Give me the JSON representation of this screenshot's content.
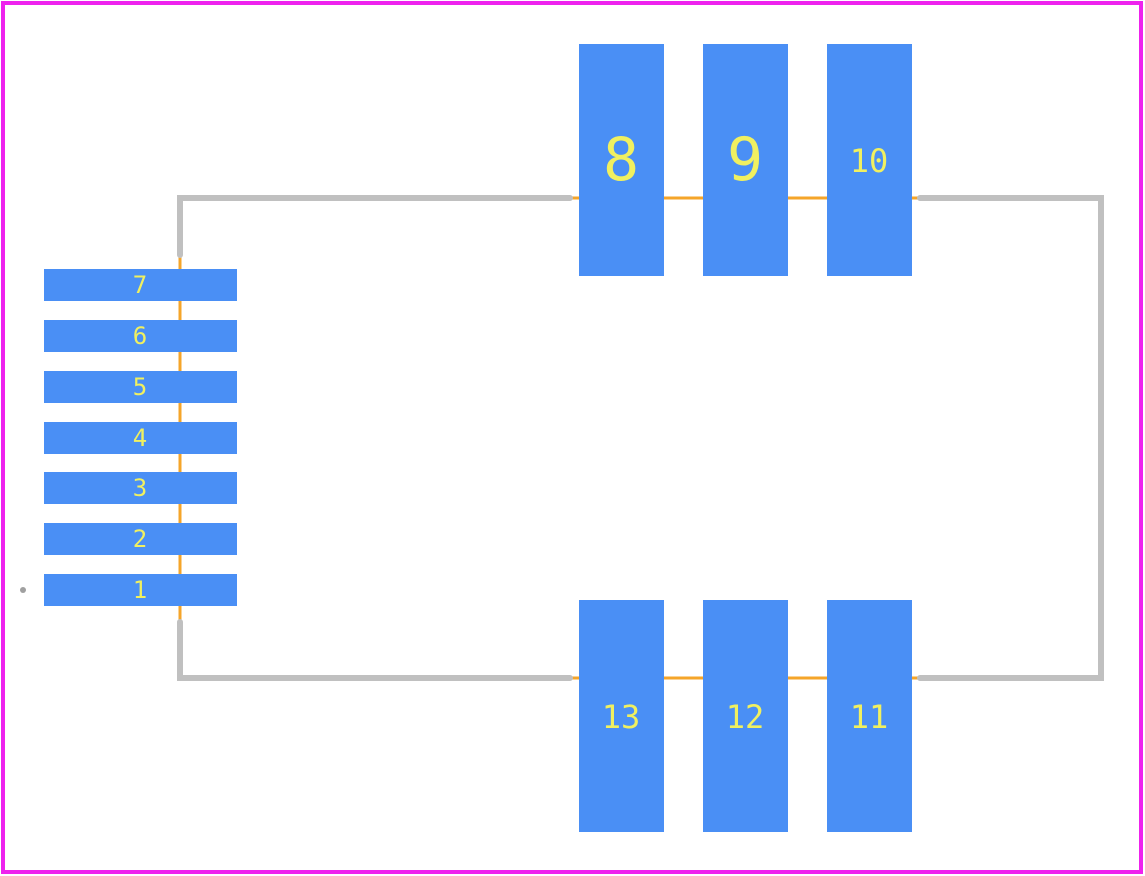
{
  "colors": {
    "background": "#ffffff",
    "border": "#ee22ee",
    "outline": "#c0c0c0",
    "courtyard": "#f5a52a",
    "pad": "#4a8ff5",
    "pad_label": "#f0f060",
    "pin1_marker": "#a0a0a0"
  },
  "pads": [
    {
      "label": "7"
    },
    {
      "label": "6"
    },
    {
      "label": "5"
    },
    {
      "label": "4"
    },
    {
      "label": "3"
    },
    {
      "label": "2"
    },
    {
      "label": "1"
    },
    {
      "label": "8"
    },
    {
      "label": "9"
    },
    {
      "label": "10"
    },
    {
      "label": "13"
    },
    {
      "label": "12"
    },
    {
      "label": "11"
    }
  ]
}
